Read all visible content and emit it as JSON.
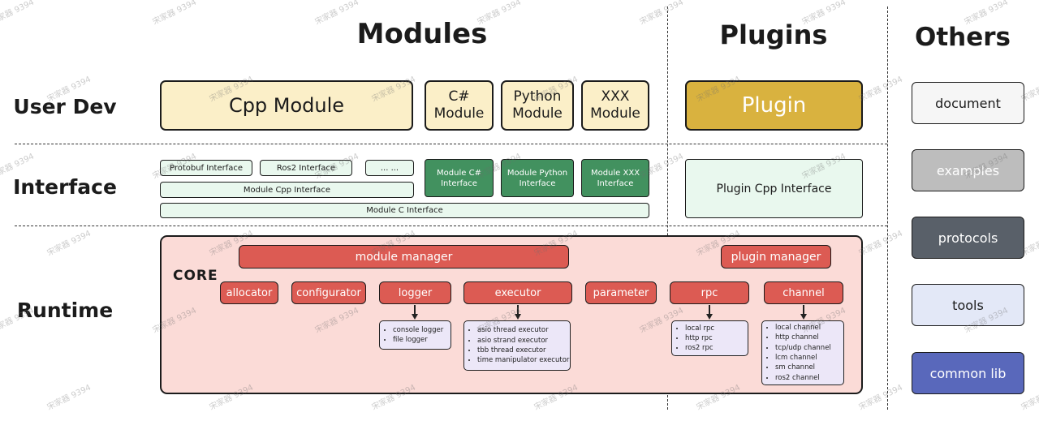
{
  "watermark": {
    "text": "宋家器 9394"
  },
  "headers": {
    "modules": "Modules",
    "plugins": "Plugins",
    "others": "Others"
  },
  "row_labels": {
    "user_dev": "User Dev",
    "interface": "Interface",
    "runtime": "Runtime"
  },
  "user_dev": {
    "cpp_module": "Cpp Module",
    "csharp_module": "C# Module",
    "python_module": "Python Module",
    "xxx_module": "XXX Module",
    "plugin": "Plugin"
  },
  "interface": {
    "protobuf": "Protobuf Interface",
    "ros2": "Ros2 Interface",
    "ellipsis": "... ...",
    "module_cpp": "Module Cpp Interface",
    "module_c": "Module C Interface",
    "module_csharp": "Module C# Interface",
    "module_python": "Module Python Interface",
    "module_xxx": "Module XXX Interface",
    "plugin_cpp": "Plugin Cpp Interface"
  },
  "runtime": {
    "core_label": "CORE",
    "module_manager": "module manager",
    "plugin_manager": "plugin manager",
    "components": [
      "allocator",
      "configurator",
      "logger",
      "executor",
      "parameter",
      "rpc",
      "channel"
    ],
    "logger_impls": [
      "console logger",
      "file logger"
    ],
    "executor_impls": [
      "asio thread executor",
      "asio strand executor",
      "tbb thread executor",
      "time manipulator executor"
    ],
    "rpc_impls": [
      "local rpc",
      "http rpc",
      "ros2 rpc"
    ],
    "channel_impls": [
      "local channel",
      "http channel",
      "tcp/udp channel",
      "lcm channel",
      "sm channel",
      "ros2 channel"
    ]
  },
  "others": {
    "items": [
      {
        "label": "document",
        "bg": "#f6f6f6",
        "fg": "#1b1b1b"
      },
      {
        "label": "examples",
        "bg": "#bdbdbd",
        "fg": "#ffffff"
      },
      {
        "label": "protocols",
        "bg": "#596069",
        "fg": "#ffffff"
      },
      {
        "label": "tools",
        "bg": "#e3e8f7",
        "fg": "#1b1b1b"
      },
      {
        "label": "common lib",
        "bg": "#5968bb",
        "fg": "#ffffff"
      }
    ]
  },
  "colors": {
    "cream": "#fbefc8",
    "gold": "#d9b23f",
    "mint": "#e9f8ee",
    "green": "#42915f",
    "core_bg": "#fbdbd7",
    "red": "#dc5b53",
    "lavender": "#ece7f8"
  }
}
